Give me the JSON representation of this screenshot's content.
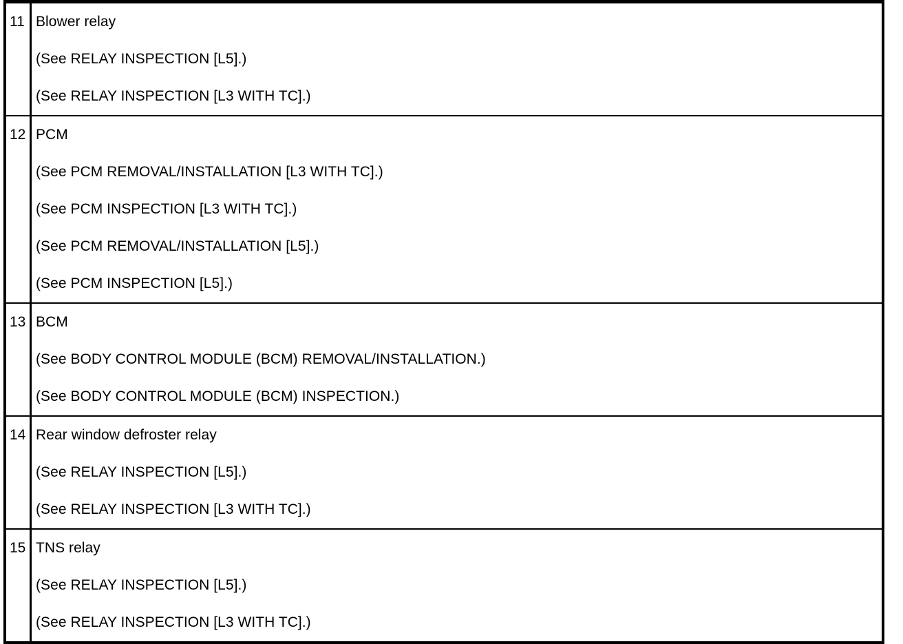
{
  "document": {
    "type": "service-manual-component-table",
    "background_color": "#ffffff",
    "text_color": "#000000",
    "border_color": "#000000"
  },
  "table": {
    "columns": [
      "number",
      "component"
    ],
    "rows": [
      {
        "number": "11",
        "title": "Blower relay",
        "references": [
          "(See RELAY INSPECTION [L5].)",
          "(See RELAY INSPECTION [L3 WITH TC].)"
        ]
      },
      {
        "number": "12",
        "title": "PCM",
        "references": [
          "(See PCM REMOVAL/INSTALLATION [L3 WITH TC].)",
          "(See PCM INSPECTION [L3 WITH TC].)",
          "(See PCM REMOVAL/INSTALLATION [L5].)",
          "(See PCM INSPECTION [L5].)"
        ]
      },
      {
        "number": "13",
        "title": "BCM",
        "references": [
          "(See BODY CONTROL MODULE (BCM) REMOVAL/INSTALLATION.)",
          "(See BODY CONTROL MODULE (BCM) INSPECTION.)"
        ]
      },
      {
        "number": "14",
        "title": "Rear window defroster relay",
        "references": [
          "(See RELAY INSPECTION [L5].)",
          "(See RELAY INSPECTION [L3 WITH TC].)"
        ]
      },
      {
        "number": "15",
        "title": "TNS relay",
        "references": [
          "(See RELAY INSPECTION [L5].)",
          "(See RELAY INSPECTION [L3 WITH TC].)"
        ]
      }
    ]
  }
}
